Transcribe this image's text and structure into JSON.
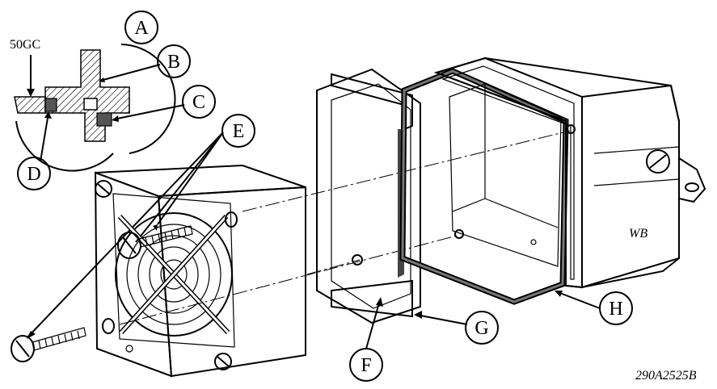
{
  "diagram": {
    "callouts": {
      "a": "A",
      "b": "B",
      "c": "C",
      "d": "D",
      "e": "E",
      "f": "F",
      "g": "G",
      "h": "H"
    },
    "detail_label": "50GC",
    "box_marking": "WB",
    "figure_id": "290A2525B"
  }
}
